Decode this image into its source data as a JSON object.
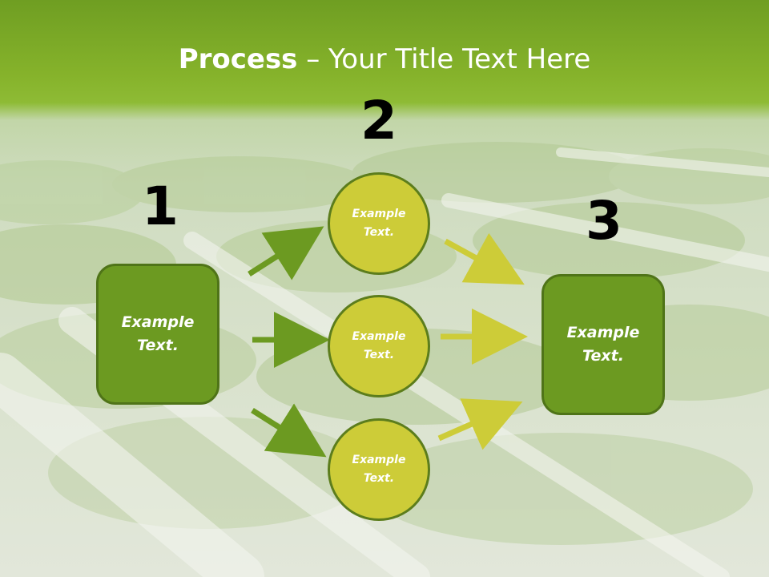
{
  "title": {
    "bold": "Process",
    "rest": " – Your Title Text Here"
  },
  "steps": [
    {
      "number": "1",
      "box_label": "Example\nText."
    },
    {
      "number": "2",
      "circle_labels": [
        "Example\nText.",
        "Example\nText.",
        "Example\nText."
      ]
    },
    {
      "number": "3",
      "box_label": "Example\nText."
    }
  ],
  "colors": {
    "box_fill": "#6c9a21",
    "circle_fill": "#cdcc38",
    "arrow_green": "#6c9a21",
    "arrow_yellow": "#cdcc38"
  },
  "background": "hydroponic-lettuce-photo"
}
